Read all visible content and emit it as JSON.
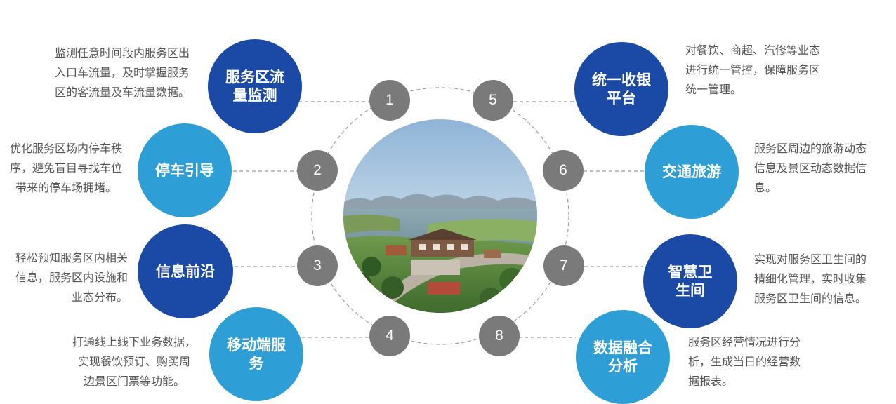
{
  "colors": {
    "dark_blue": "#1b4aa6",
    "light_blue": "#2d9fd6",
    "number_gray": "#7a7a7a",
    "text_gray": "#555555",
    "connector_gray": "#9a9a9a"
  },
  "items": [
    {
      "number": "1",
      "title_lines": [
        "服务区流",
        "量监测"
      ],
      "desc_lines": [
        "监测任意时间段内服务区出",
        "入口车流量，及时掌握服务",
        "区的客流量及车流量数据。"
      ]
    },
    {
      "number": "2",
      "title_lines": [
        "停车引导"
      ],
      "desc_lines": [
        "优化服务区场内停车秩",
        "序，避免盲目寻找车位",
        "带来的停车场拥堵。"
      ]
    },
    {
      "number": "3",
      "title_lines": [
        "信息前沿"
      ],
      "desc_lines": [
        "轻松预知服务区内相关",
        "信息，服务区内设施和",
        "业态分布。"
      ]
    },
    {
      "number": "4",
      "title_lines": [
        "移动端服",
        "务"
      ],
      "desc_lines": [
        "打通线上线下业务数据，",
        "实现餐饮预订、购买周",
        "边景区门票等功能。"
      ]
    },
    {
      "number": "5",
      "title_lines": [
        "统一收银",
        "平台"
      ],
      "desc_lines": [
        "对餐饮、商超、汽修等业态",
        "进行统一管控，保障服务区",
        "统一管理。"
      ]
    },
    {
      "number": "6",
      "title_lines": [
        "交通旅游"
      ],
      "desc_lines": [
        "服务区周边的旅游动态",
        "信息及景区动态数据信",
        "息。"
      ]
    },
    {
      "number": "7",
      "title_lines": [
        "智慧卫",
        "生间"
      ],
      "desc_lines": [
        "实现对服务区卫生间的",
        "精细化管理，实时收集",
        "服务区卫生间的信息。"
      ]
    },
    {
      "number": "8",
      "title_lines": [
        "数据融合",
        "分析"
      ],
      "desc_lines": [
        "服务区经营情况进行分",
        "析，生成当日的经营数",
        "据报表。"
      ]
    }
  ]
}
